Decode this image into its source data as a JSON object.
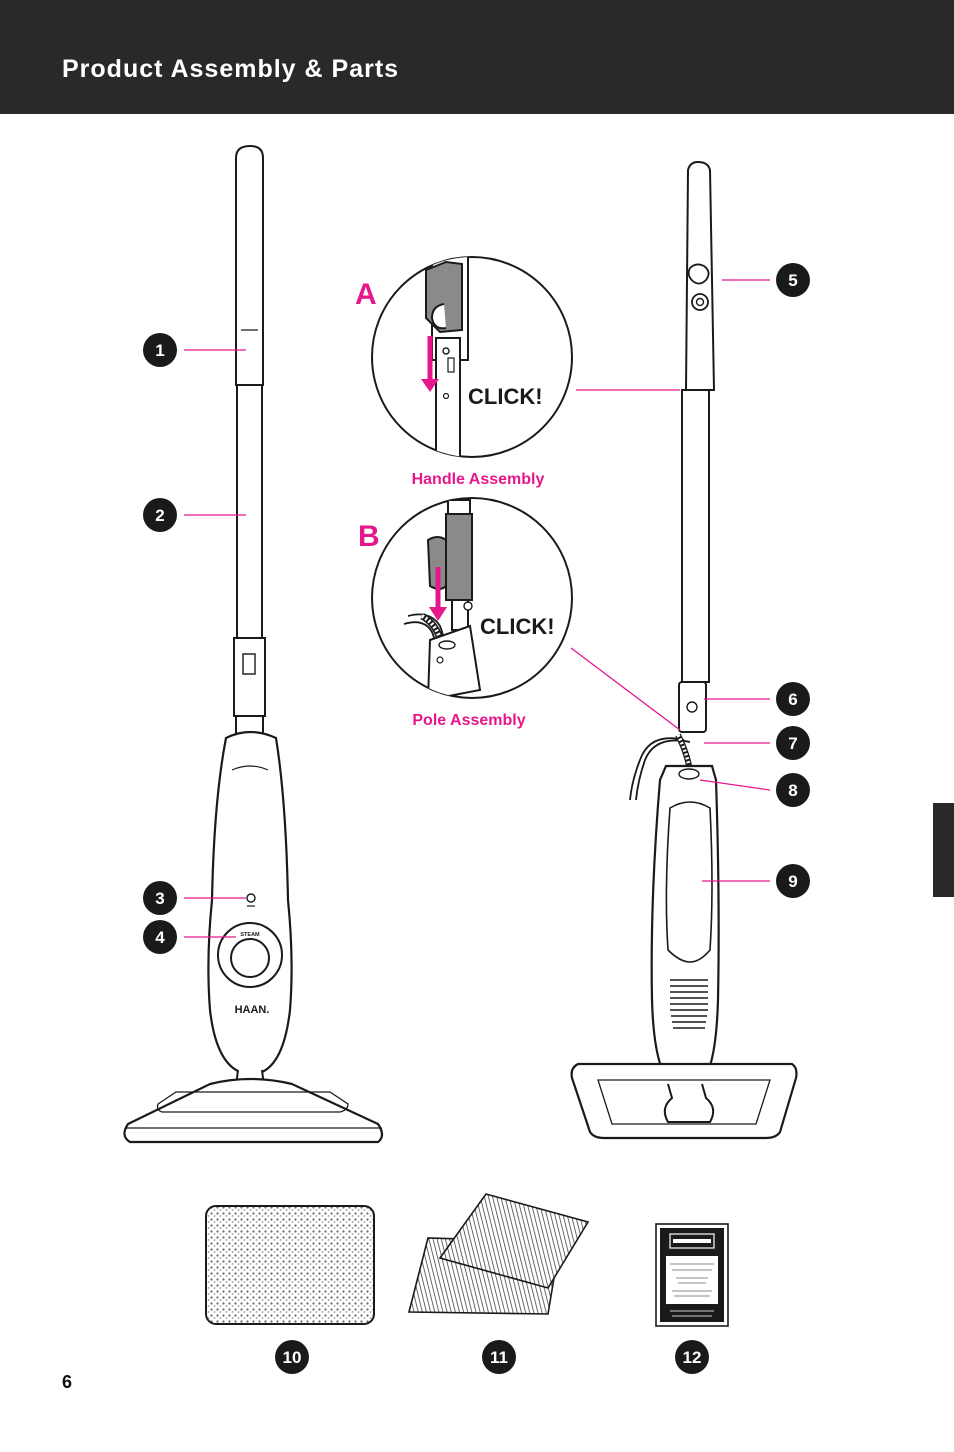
{
  "header": {
    "title": "Product Assembly & Parts"
  },
  "page_number": "6",
  "callouts": {
    "c1": "1",
    "c2": "2",
    "c3": "3",
    "c4": "4",
    "c5": "5",
    "c6": "6",
    "c7": "7",
    "c8": "8",
    "c9": "9",
    "c10": "10",
    "c11": "11",
    "c12": "12"
  },
  "detail_a": {
    "letter": "A",
    "click": "CLICK!",
    "caption": "Handle Assembly"
  },
  "detail_b": {
    "letter": "B",
    "click": "CLICK!",
    "caption": "Pole Assembly"
  },
  "mop_brand": "HAAN.",
  "steam_button": "STEAM",
  "accent_color": "#e6178a",
  "header_color": "#2b2828"
}
